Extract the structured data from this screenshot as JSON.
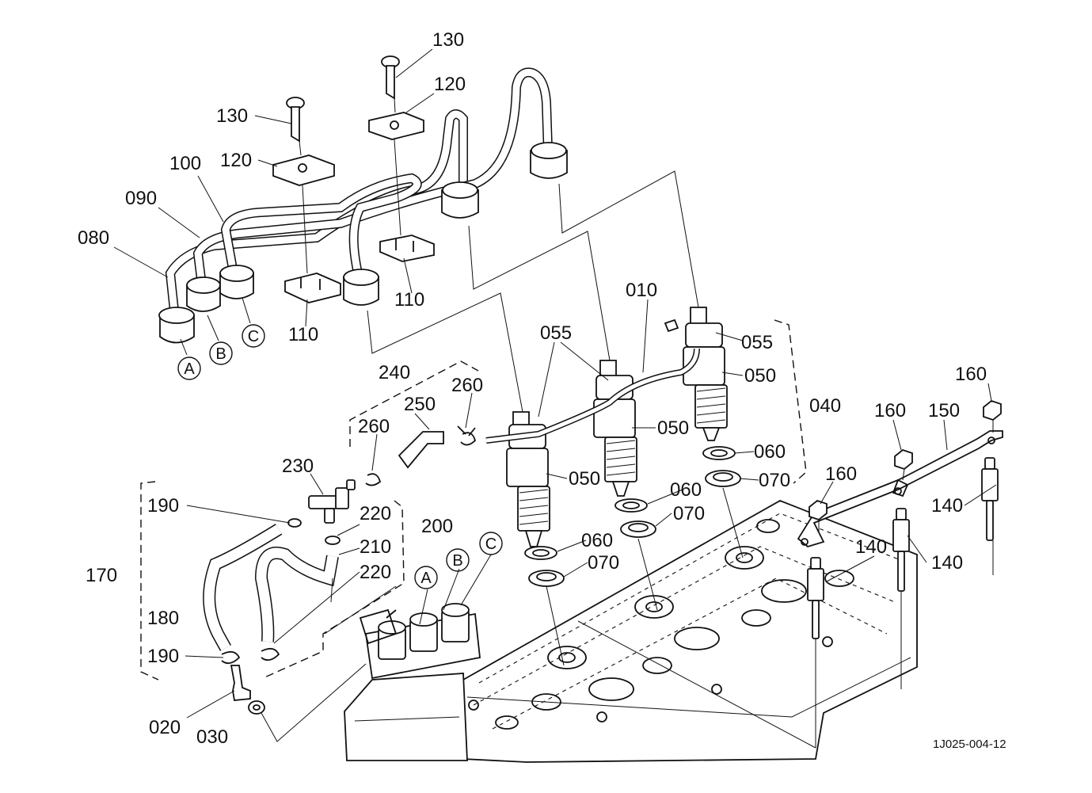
{
  "reference_code": "1J025-004-12",
  "callouts": {
    "p010": "010",
    "p020": "020",
    "p030": "030",
    "p040": "040",
    "p050a": "050",
    "p050b": "050",
    "p050c": "050",
    "p055a": "055",
    "p055b": "055",
    "p060a": "060",
    "p060b": "060",
    "p060c": "060",
    "p070a": "070",
    "p070b": "070",
    "p070c": "070",
    "p080": "080",
    "p090": "090",
    "p100": "100",
    "p110a": "110",
    "p110b": "110",
    "p120a": "120",
    "p120b": "120",
    "p130a": "130",
    "p130b": "130",
    "p140a": "140",
    "p140b": "140",
    "p140c": "140",
    "p150": "150",
    "p160a": "160",
    "p160b": "160",
    "p160c": "160",
    "p170": "170",
    "p180": "180",
    "p190a": "190",
    "p190b": "190",
    "p200": "200",
    "p210": "210",
    "p220a": "220",
    "p220b": "220",
    "p230": "230",
    "p240": "240",
    "p250": "250",
    "p260a": "260",
    "p260b": "260"
  },
  "markers": {
    "pipe_a": "A",
    "pipe_b": "B",
    "pipe_c": "C",
    "head_a": "A",
    "head_b": "B",
    "head_c": "C"
  }
}
